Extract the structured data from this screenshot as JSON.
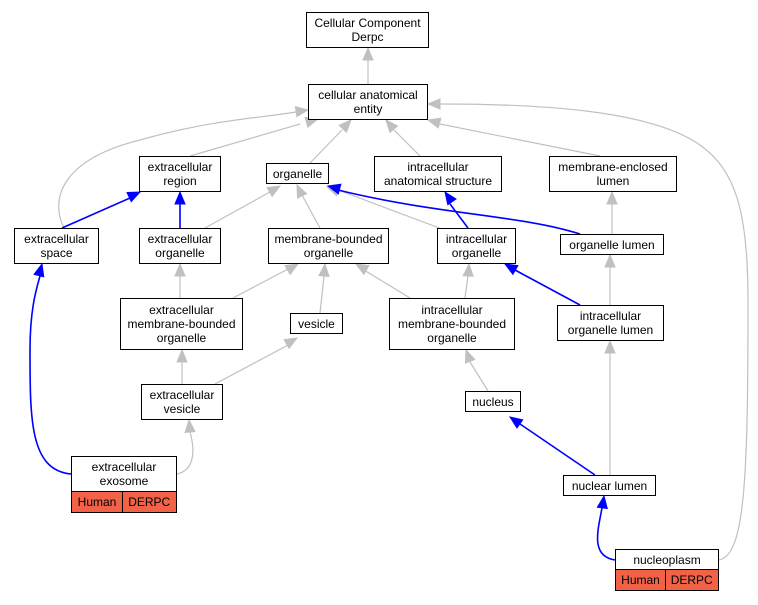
{
  "nodes": {
    "cellular_component": {
      "label": "Cellular Component\nDerpc"
    },
    "cellular_anatomical_entity": {
      "label": "cellular anatomical\nentity"
    },
    "extracellular_region": {
      "label": "extracellular\nregion"
    },
    "organelle": {
      "label": "organelle"
    },
    "intracellular_anatomical_structure": {
      "label": "intracellular\nanatomical structure"
    },
    "membrane_enclosed_lumen": {
      "label": "membrane-enclosed\nlumen"
    },
    "extracellular_space": {
      "label": "extracellular\nspace"
    },
    "extracellular_organelle": {
      "label": "extracellular\norganelle"
    },
    "membrane_bounded_organelle": {
      "label": "membrane-bounded\norganelle"
    },
    "intracellular_organelle": {
      "label": "intracellular\norganelle"
    },
    "organelle_lumen": {
      "label": "organelle lumen"
    },
    "extracellular_membrane_bounded_organelle": {
      "label": "extracellular\nmembrane-bounded\norganelle"
    },
    "vesicle": {
      "label": "vesicle"
    },
    "intracellular_membrane_bounded_organelle": {
      "label": "intracellular\nmembrane-bounded\norganelle"
    },
    "intracellular_organelle_lumen": {
      "label": "intracellular\norganelle lumen"
    },
    "extracellular_vesicle": {
      "label": "extracellular\nvesicle"
    },
    "nucleus": {
      "label": "nucleus"
    },
    "extracellular_exosome": {
      "label": "extracellular\nexosome",
      "badges": [
        "Human",
        "DERPC"
      ]
    },
    "nuclear_lumen": {
      "label": "nuclear lumen"
    },
    "nucleoplasm": {
      "label": "nucleoplasm",
      "badges": [
        "Human",
        "DERPC"
      ]
    }
  },
  "colors": {
    "is_a_edge": "#c0c0c0",
    "part_of_edge": "#0000ff",
    "badge_fill": "#f26247",
    "node_border": "#000000"
  }
}
